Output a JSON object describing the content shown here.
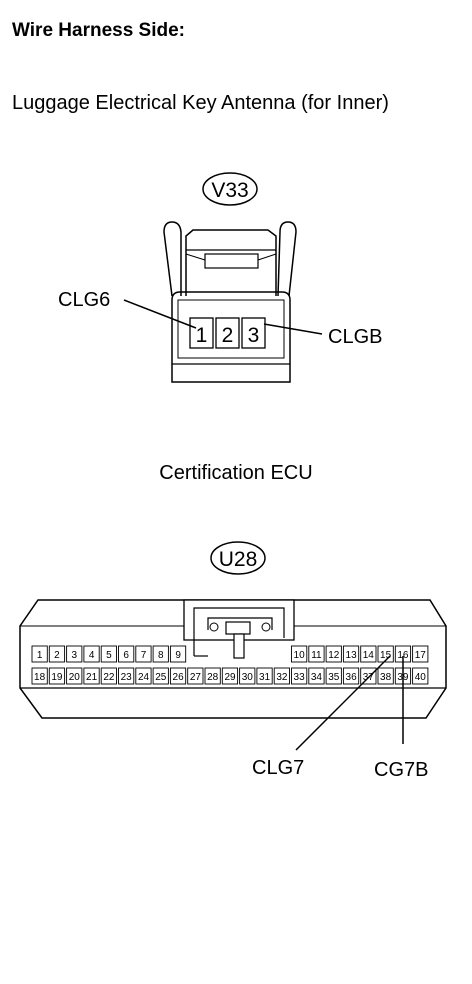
{
  "page": {
    "title": "Wire Harness Side:"
  },
  "connector_v33": {
    "caption": "Luggage Electrical Key Antenna (for Inner)",
    "id": "V33",
    "pins": [
      "1",
      "2",
      "3"
    ],
    "leaders": [
      {
        "label": "CLG6",
        "pin": "1"
      },
      {
        "label": "CLGB",
        "pin": "3"
      }
    ]
  },
  "connector_u28": {
    "caption": "Certification ECU",
    "id": "U28",
    "row_top": [
      "1",
      "2",
      "3",
      "4",
      "5",
      "6",
      "7",
      "8",
      "9",
      "10",
      "11",
      "12",
      "13",
      "14",
      "15",
      "16",
      "17"
    ],
    "row_bottom": [
      "18",
      "19",
      "20",
      "21",
      "22",
      "23",
      "24",
      "25",
      "26",
      "27",
      "28",
      "29",
      "30",
      "31",
      "32",
      "33",
      "34",
      "35",
      "36",
      "37",
      "38",
      "39",
      "40"
    ],
    "leaders": [
      {
        "label": "CLG7",
        "pin": "15"
      },
      {
        "label": "CG7B",
        "pin": "16"
      }
    ]
  }
}
